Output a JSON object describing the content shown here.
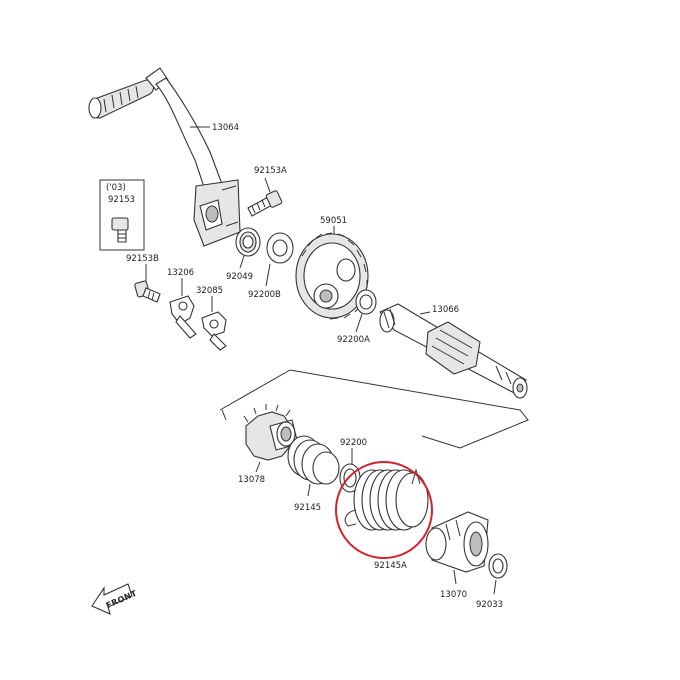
{
  "labels": {
    "kick_pedal": "13064",
    "bolt_a": "92153A",
    "year_note": "('03)",
    "bolt": "92153",
    "bolt_b": "92153B",
    "plate": "13206",
    "pin": "32085",
    "oil_seal": "92049",
    "washer": "92200B",
    "ratchet_gear": "59051",
    "washer_a": "92200A",
    "kick_shaft": "13066",
    "ratchet": "13078",
    "spring": "92145",
    "washer_c": "92200",
    "spring_a": "92145A",
    "spring_guide": "13070",
    "circlip": "92033",
    "front_arrow": "FRONT"
  },
  "colors": {
    "line": "#333333",
    "highlight": "#d8202a",
    "background": "#ffffff"
  }
}
